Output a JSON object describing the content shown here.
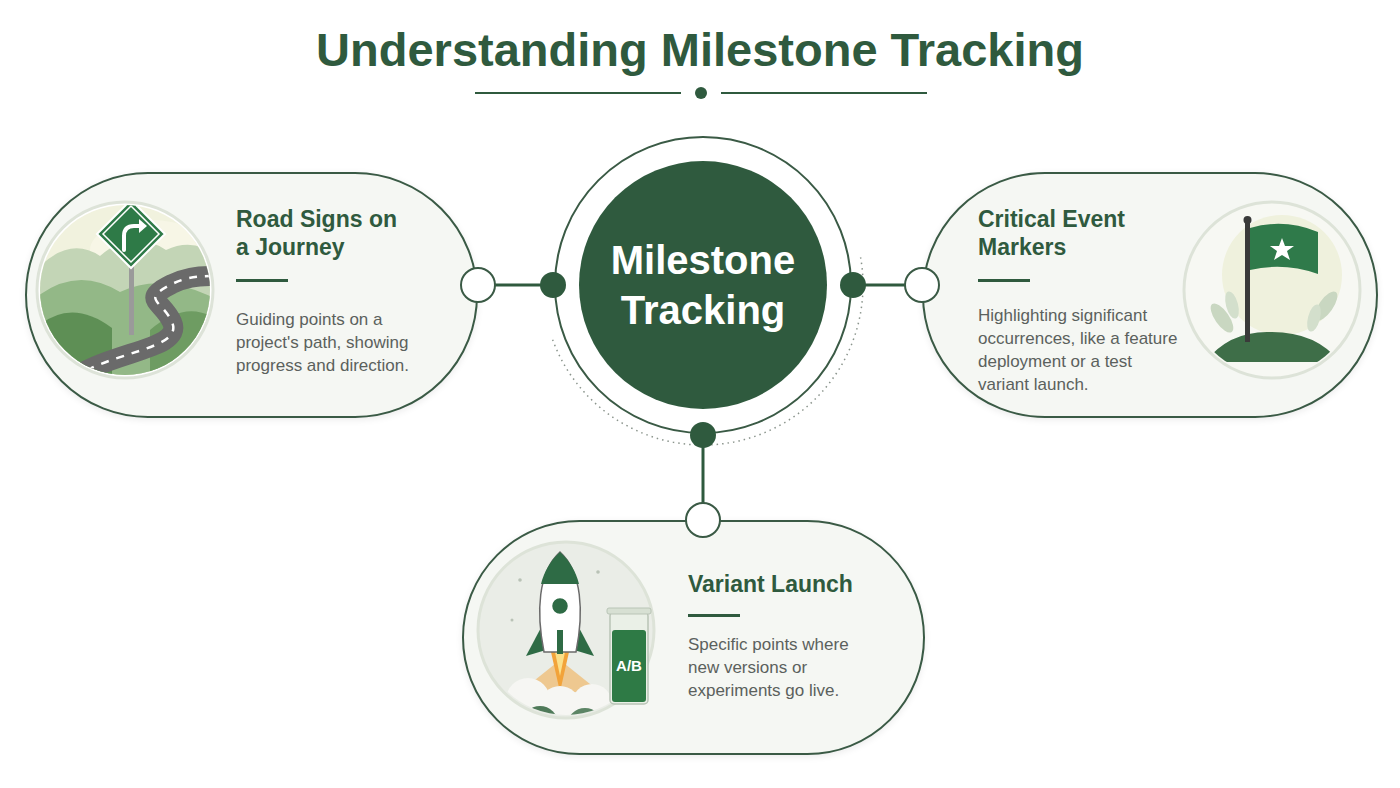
{
  "diagram": {
    "title": "Understanding Milestone Tracking",
    "nodes": [
      {
        "text": [
          "Road Signs on a Journey",
          "Guiding points on a project's path, showing progress and direction."
        ]
      },
      {
        "text": [
          "Milestone Tracking"
        ]
      },
      {
        "text": [
          "Critical Event Markers",
          "Highlighting significant occurrences, like a feature deployment or a test variant launch."
        ]
      },
      {
        "text": [
          "Variant Launch",
          "Specific points where new versions or experiments go live."
        ]
      }
    ],
    "edges": [
      {
        "from": 1,
        "to": 0,
        "arrow": "none"
      },
      {
        "from": 1,
        "to": 2,
        "arrow": "none"
      },
      {
        "from": 1,
        "to": 3,
        "arrow": "none"
      }
    ],
    "labels": [
      "A/B"
    ]
  }
}
